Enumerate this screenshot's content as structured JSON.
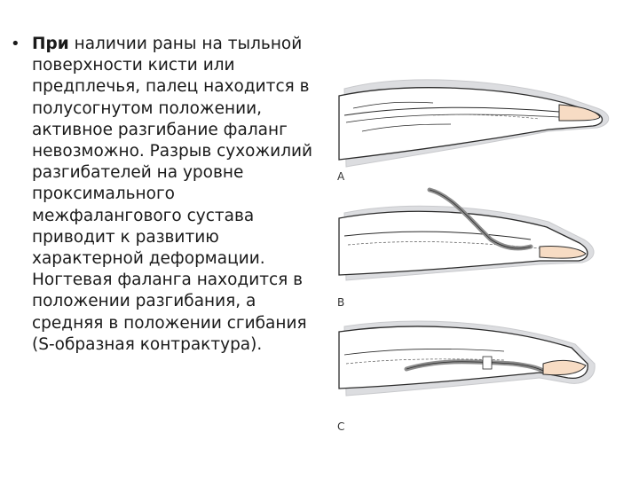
{
  "bullet": {
    "lead": "При",
    "text": "наличии раны на тыльной поверхности кисти или предплечья, палец находится в полусогнутом положении, активное разгибание фаланг невозможно. Разрыв сухожилий разгибателей на уровне проксимального межфалангового сустава приводит к развитию характерной деформации. Ногтевая фаланга находится в положении разгибания, а средняя в положении сгибания (S-образная контрактура)."
  },
  "figure": {
    "labels": [
      "A",
      "B",
      "C"
    ],
    "colors": {
      "skin": "#f7dcc4",
      "skin_edge": "#e5b896",
      "line": "#2b2b2b",
      "tendon": "#8c8c8c",
      "bg_shadow": "#d9dadc"
    }
  }
}
